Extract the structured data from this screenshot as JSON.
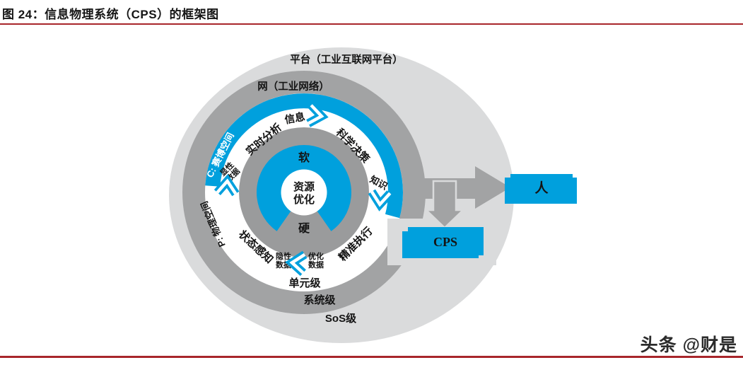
{
  "title": "图 24：信息物理系统（CPS）的框架图",
  "watermark": "头条 @财是",
  "colors": {
    "blue": "#00a0dd",
    "dark": "#a2a3a4",
    "mid": "#9a9b9c",
    "light": "#dadbdc",
    "red": "#a8262b"
  },
  "diagram": {
    "platform_label": "平台（工业互联网平台）",
    "network_label": "网（工业网络）",
    "levels": {
      "unit": "单元级",
      "system": "系统级",
      "sos": "SoS级"
    },
    "spaces": {
      "cyber": "C: 赛博空间",
      "physical": "P: 物理空间"
    },
    "cycle": {
      "realtime_analysis": "实时分析",
      "information": "信息",
      "scientific_decision": "科学决策",
      "knowledge": "知识",
      "precise_execution": "精准执行",
      "state_perception": "状态感知",
      "explicit_data": {
        "l1": "显性",
        "l2": "数据"
      },
      "implicit_data": {
        "l1": "隐性",
        "l2": "数据"
      },
      "optimized_data": {
        "l1": "优化",
        "l2": "数据"
      }
    },
    "core": {
      "soft": "软",
      "hard": "硬",
      "center_l1": "资源",
      "center_l2": "优化"
    },
    "outputs": {
      "human": "人",
      "cps": "CPS"
    }
  }
}
